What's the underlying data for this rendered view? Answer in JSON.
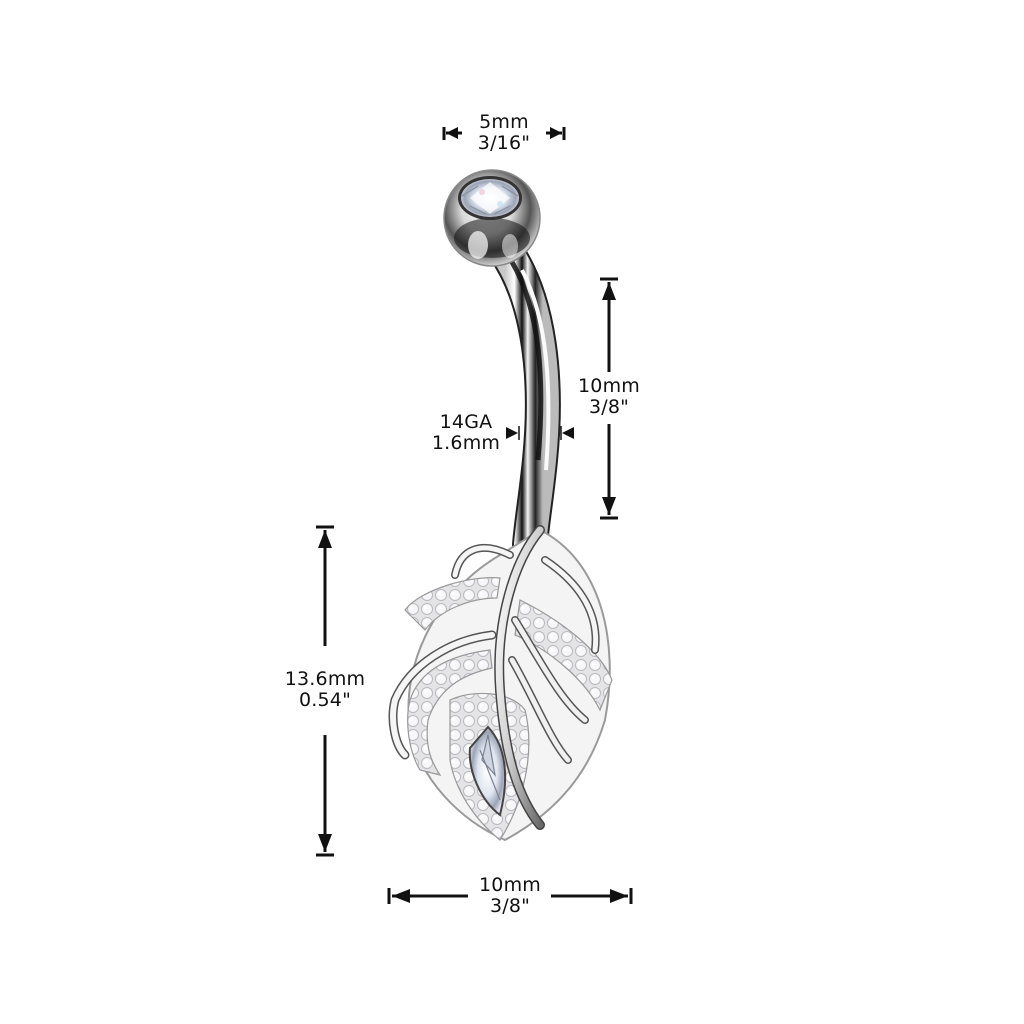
{
  "diagram": {
    "subject": "Curved belly button ring with jeweled top ball and feather/leaf pendant",
    "colors": {
      "background": "#ffffff",
      "dimension_lines": "#111111",
      "metal_light": "#f2f2f2",
      "metal_mid": "#b8b8b8",
      "metal_dark": "#1a1a1a",
      "gem": "#e8eef5"
    },
    "dimensions": {
      "ball_diameter": {
        "metric": "5mm",
        "imperial": "3/16\""
      },
      "bar_length": {
        "metric": "10mm",
        "imperial": "3/8\""
      },
      "gauge": {
        "gauge": "14GA",
        "metric": "1.6mm"
      },
      "pendant_height": {
        "metric": "13.6mm",
        "imperial": "0.54\""
      },
      "pendant_width": {
        "metric": "10mm",
        "imperial": "3/8\""
      }
    }
  }
}
